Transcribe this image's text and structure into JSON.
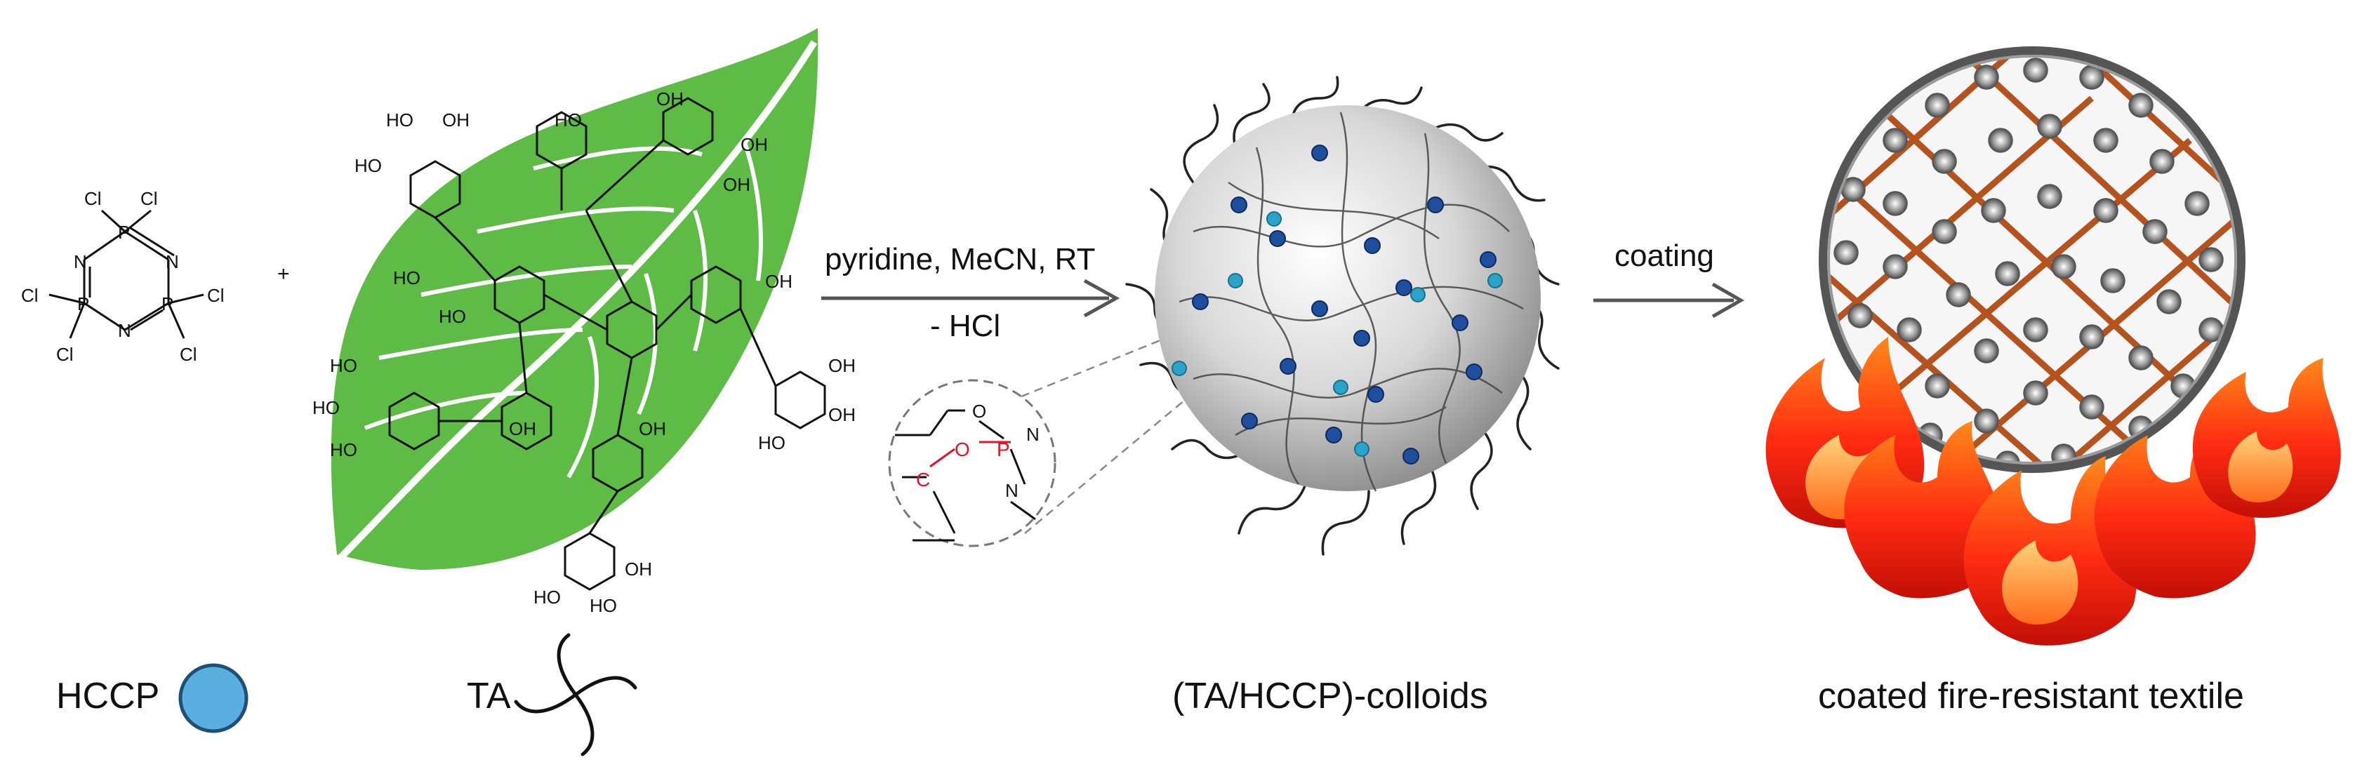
{
  "hccp_structure": {
    "cl_labels": [
      "Cl",
      "Cl",
      "Cl",
      "Cl",
      "Cl",
      "Cl"
    ],
    "p_labels": [
      "P",
      "P",
      "P"
    ],
    "n_labels": [
      "N",
      "N",
      "N"
    ]
  },
  "plus_sign": "+",
  "ta_structure": {
    "oh_label": "HO",
    "oh_label_right": "OH"
  },
  "reaction": {
    "conditions": "pyridine, MeCN, RT",
    "byproduct": "- HCl"
  },
  "inset": {
    "o_label": "O",
    "p_label": "P",
    "n_label": "N",
    "c_label": "C"
  },
  "coating_step": {
    "label": "coating"
  },
  "legend": {
    "hccp_label": "HCCP",
    "ta_label": "TA"
  },
  "products": {
    "colloids_label": "(TA/HCCP)-colloids",
    "textile_label": "coated fire-resistant textile"
  },
  "colors": {
    "leaf_green": "#5dbb46",
    "hccp_blue": "#5aaee0",
    "crosslink_dark_blue": "#1f4e9c",
    "crosslink_light_blue": "#2aa3c8",
    "fiber_orange": "#b5531f",
    "flame_red": "#e41d0a",
    "flame_orange": "#ff8a1a",
    "arrow_gray": "#555555"
  }
}
